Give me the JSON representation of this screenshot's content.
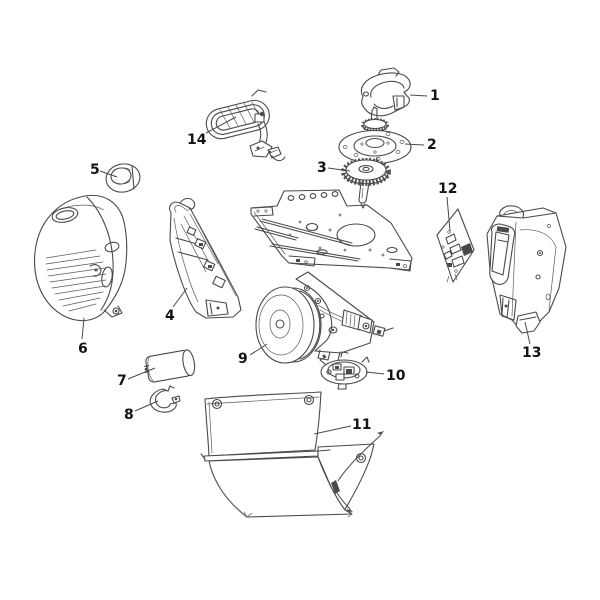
{
  "diagram": {
    "background_color": "#ffffff",
    "line_color": "#4a4a4a",
    "label_color": "#141414",
    "part_count": "14"
  },
  "parts": [
    {
      "label": "1"
    },
    {
      "label": "2"
    },
    {
      "label": "3"
    },
    {
      "label": "4"
    },
    {
      "label": "5"
    },
    {
      "label": "6"
    },
    {
      "label": "7"
    },
    {
      "label": "8"
    },
    {
      "label": "9"
    },
    {
      "label": "10"
    },
    {
      "label": "11"
    },
    {
      "label": "12"
    },
    {
      "label": "13"
    },
    {
      "label": "14"
    }
  ]
}
